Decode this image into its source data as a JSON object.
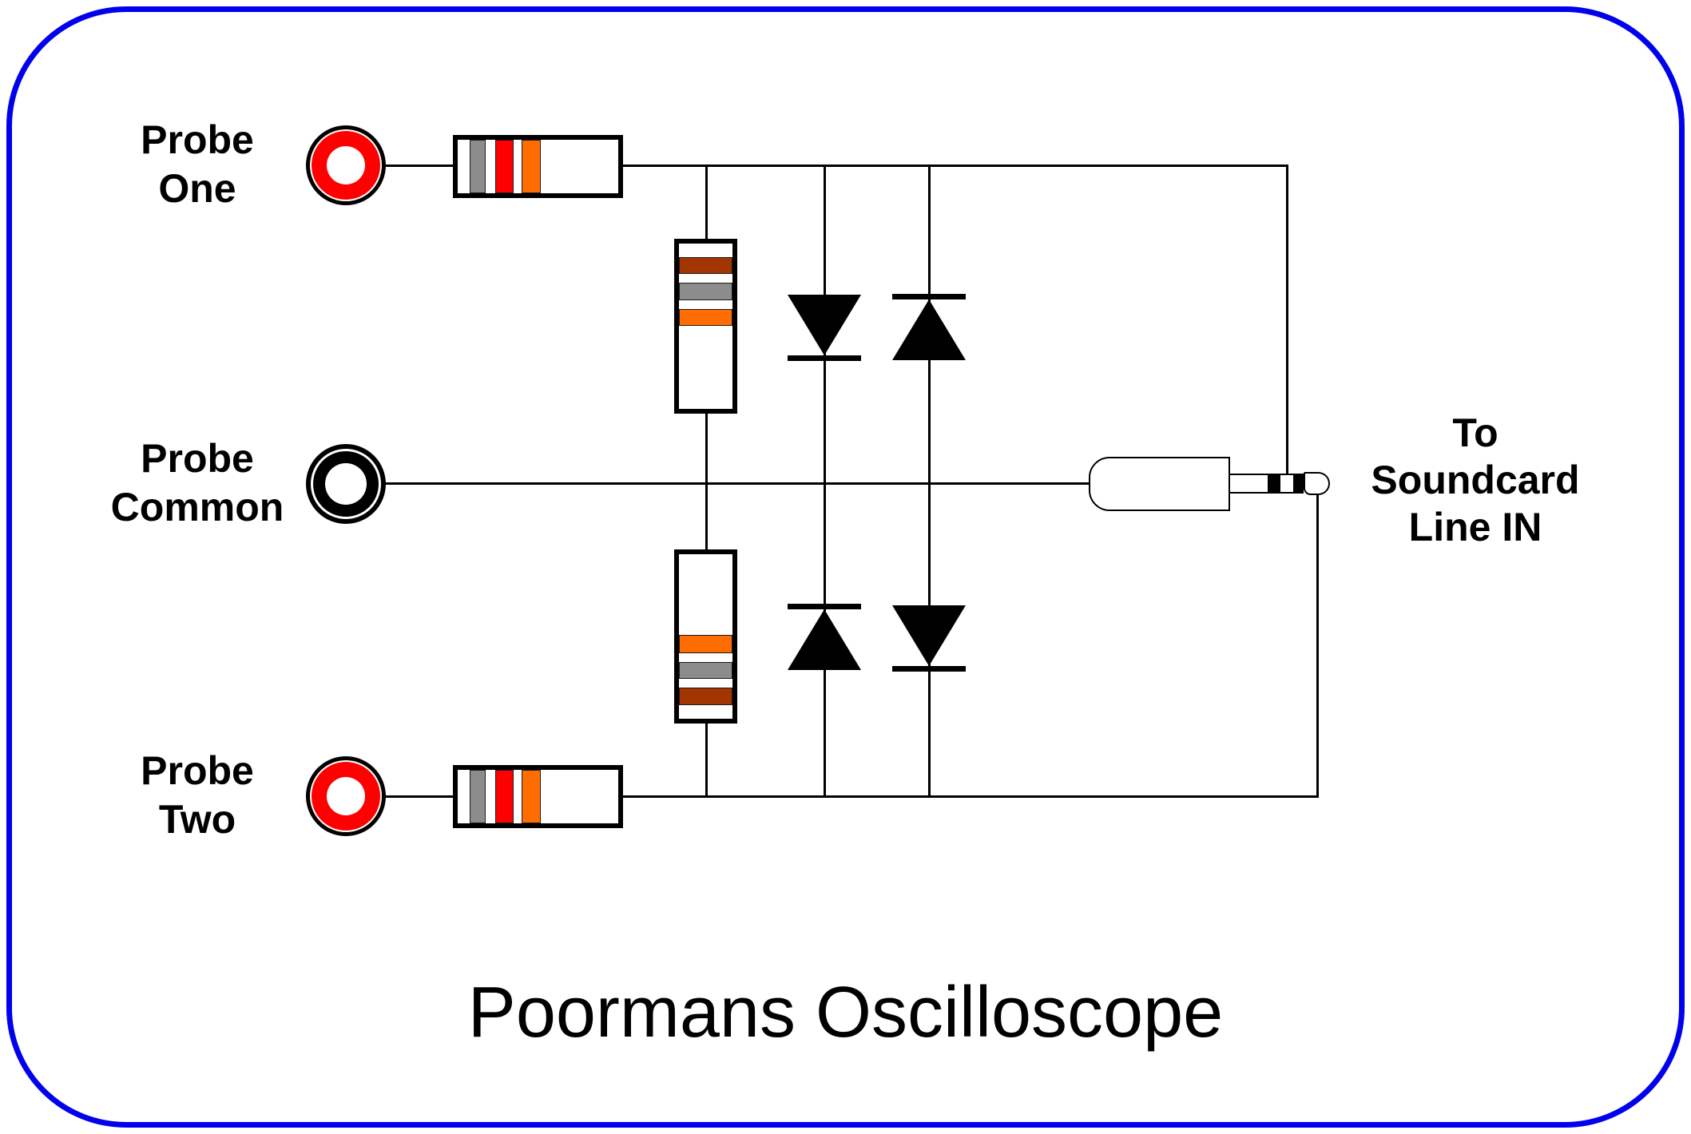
{
  "title": "Poormans Oscilloscope",
  "labels": {
    "probe_one": [
      "Probe",
      "One"
    ],
    "probe_common": [
      "Probe",
      "Common"
    ],
    "probe_two": [
      "Probe",
      "Two"
    ],
    "soundcard": [
      "To",
      "Soundcard",
      "Line IN"
    ]
  },
  "colors": {
    "background": "#FFFFFF",
    "frame_blue": "#0000EE",
    "wire_black": "#000000",
    "connector_red": "#FF0000",
    "connector_black": "#000000",
    "band_gray": "#8C8C8C",
    "band_red": "#FF0000",
    "band_orange": "#FF6D00",
    "band_brown": "#A33500"
  },
  "components": {
    "probe_one_series_resistor_bands": [
      "gray",
      "red",
      "orange"
    ],
    "probe_two_series_resistor_bands": [
      "gray",
      "red",
      "orange"
    ],
    "upper_shunt_resistor_bands": [
      "brown",
      "gray",
      "orange"
    ],
    "lower_shunt_resistor_bands": [
      "orange",
      "gray",
      "brown"
    ],
    "diode_count": 4,
    "jack_type": "stereo-plug"
  }
}
